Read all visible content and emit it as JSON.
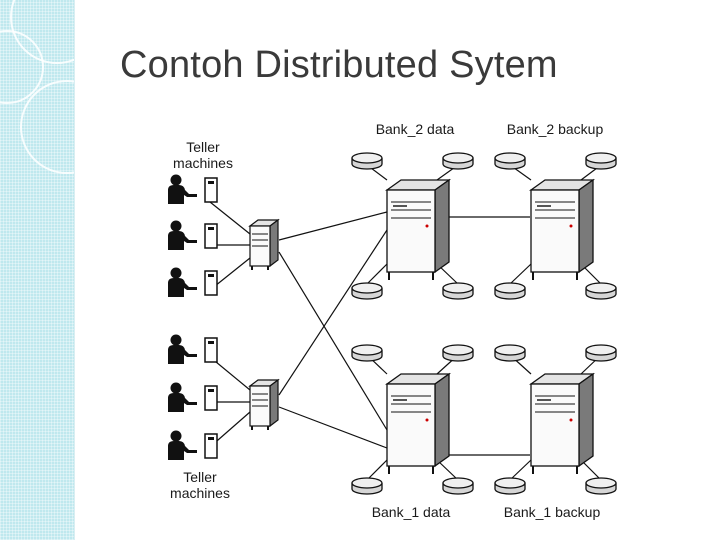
{
  "slide": {
    "title": "Contoh Distributed Sytem"
  },
  "diagram": {
    "labels": {
      "teller_top_line1": "Teller",
      "teller_top_line2": "machines",
      "teller_bottom_line1": "Teller",
      "teller_bottom_line2": "machines",
      "bank2_data": "Bank_2 data",
      "bank2_backup": "Bank_2 backup",
      "bank1_data": "Bank_1 data",
      "bank1_backup": "Bank_1 backup"
    }
  }
}
